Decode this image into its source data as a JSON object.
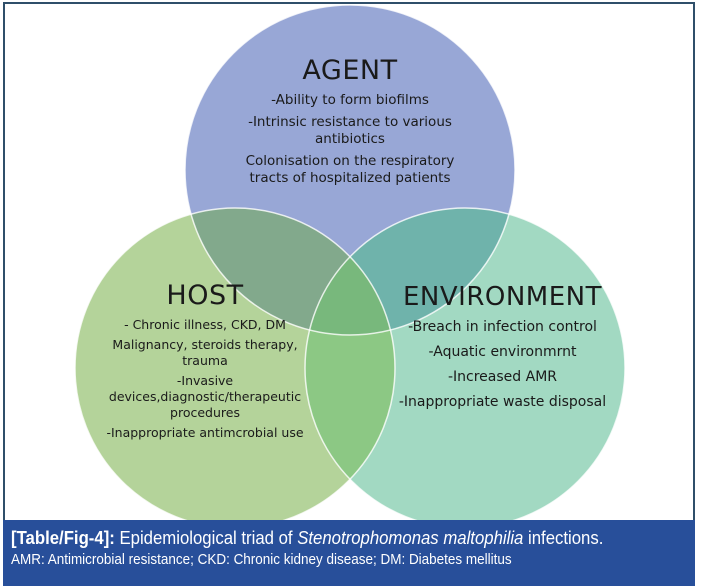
{
  "figure": {
    "colors": {
      "agent": "#98a7d6",
      "host": "#b4d39a",
      "environment": "#a2d9c2",
      "agent_host_overlap": "#82a98c",
      "agent_env_overlap": "#6fb3ab",
      "host_env_overlap": "#8cc884",
      "center_overlap": "#78b87c",
      "frame_border": "#2f4f6a",
      "caption_background": "#284f9a"
    },
    "agent": {
      "title": "AGENT",
      "items": [
        "-Ability to form biofilms",
        "-Intrinsic resistance to various antibiotics",
        "Colonisation on the respiratory tracts of hospitalized patients"
      ]
    },
    "host": {
      "title": "HOST",
      "items": [
        "- Chronic illness, CKD, DM",
        "Malignancy, steroids therapy, trauma",
        "-Invasive devices,diagnostic/therapeutic procedures",
        "-Inappropriate antimcrobial use"
      ]
    },
    "environment": {
      "title": "ENVIRONMENT",
      "items": [
        "-Breach in infection control",
        "-Aquatic environmrnt",
        "-Increased AMR",
        "-Inappropriate waste disposal"
      ]
    }
  },
  "caption": {
    "tag": "[Table/Fig-4]:",
    "text_before": " Epidemiological triad of ",
    "organism": "Stenotrophomonas maltophilia",
    "text_after": " infections.",
    "abbreviations": "AMR: Antimicrobial resistance; CKD: Chronic kidney disease; DM: Diabetes mellitus"
  }
}
